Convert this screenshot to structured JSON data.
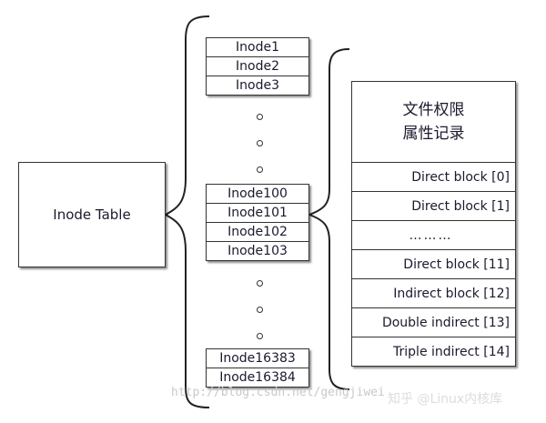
{
  "inode_table_label": "Inode Table",
  "inodes_top": [
    "Inode1",
    "Inode2",
    "Inode3"
  ],
  "inodes_mid": [
    "Inode100",
    "Inode101",
    "Inode102",
    "Inode103"
  ],
  "inodes_bottom": [
    "Inode16383",
    "Inode16384"
  ],
  "detail": {
    "header_line1": "文件权限",
    "header_line2": "属性记录",
    "rows": [
      "Direct block [0]",
      "Direct block [1]",
      "………",
      "Direct block [11]",
      "Indirect  block [12]",
      "Double indirect [13]",
      "Triple indirect [14]"
    ]
  },
  "watermark_url": "http://blog.csdn.net/gengjiwei",
  "watermark_brand": "知乎 @Linux内核库"
}
